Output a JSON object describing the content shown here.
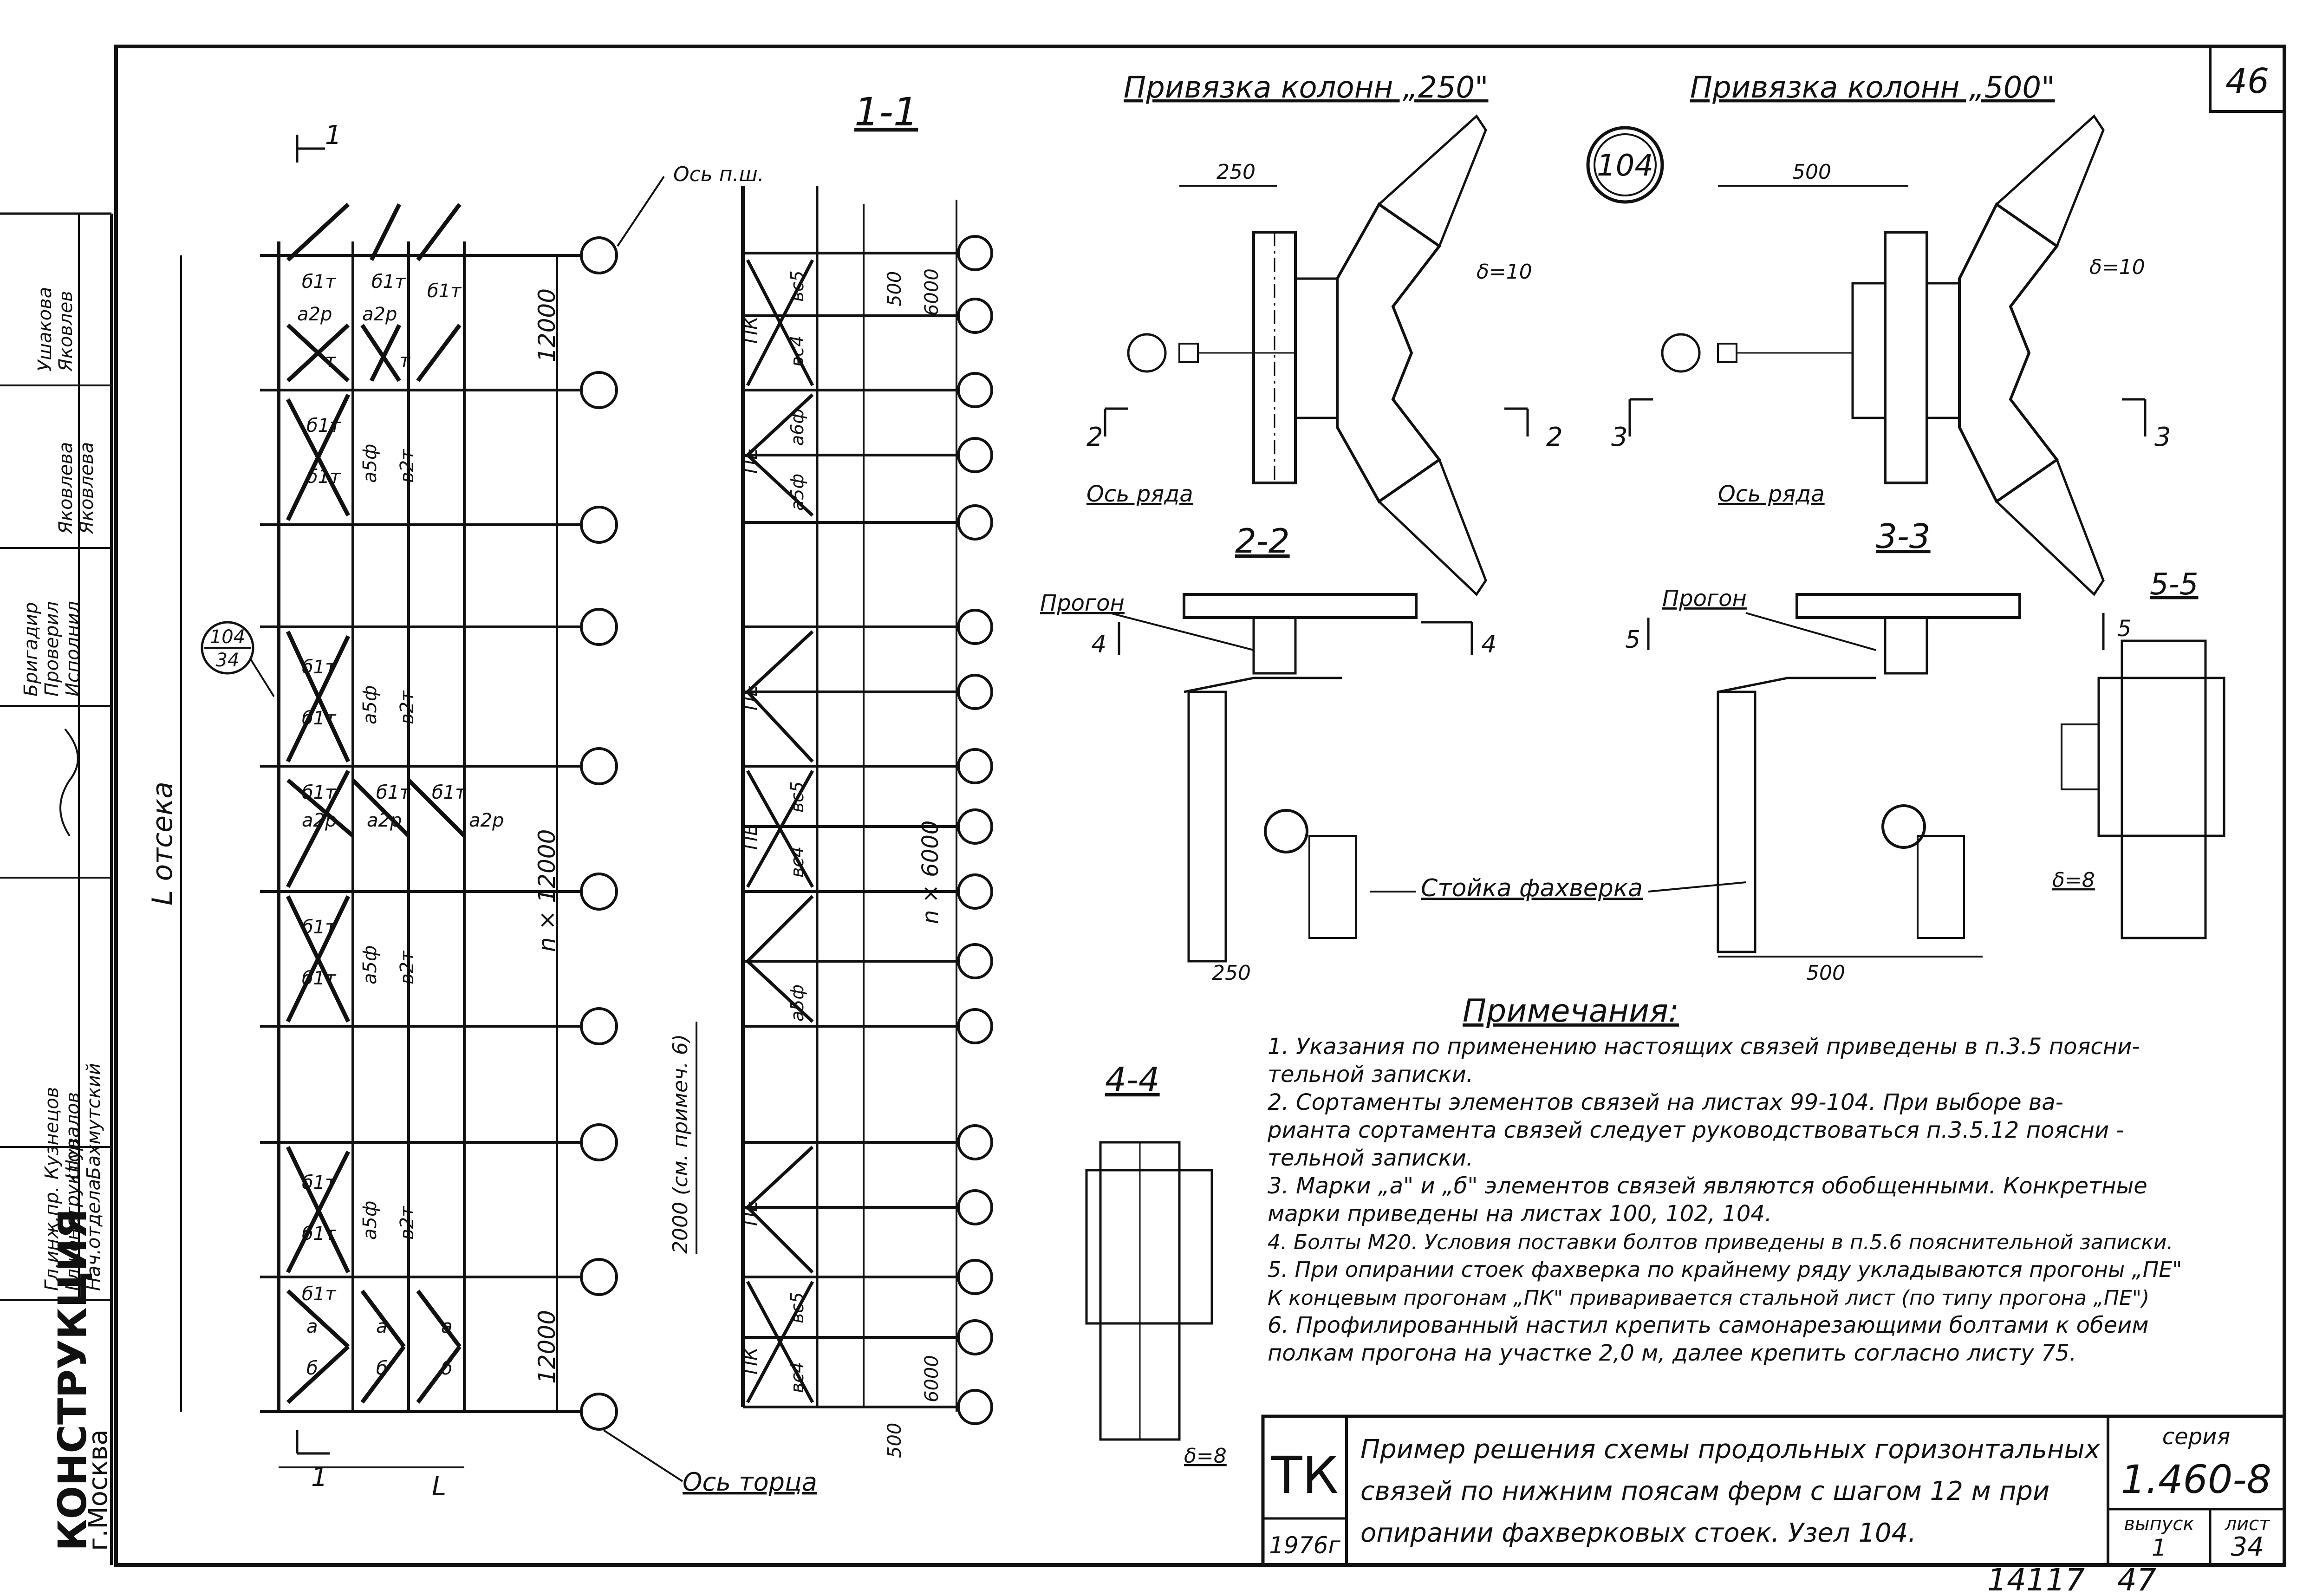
{
  "sheet_number_top": "46",
  "title_block": {
    "org_line1": "КОНСТРУКЦИЯ",
    "org_line2": "г.Москва",
    "code": "ТК",
    "year": "1976г",
    "title_line1": "Пример решения схемы продольных горизонтальных",
    "title_line2": "связей по нижним поясам ферм с шагом 12 м при",
    "title_line3": "опирании фахверковых стоек. Узел 104.",
    "series_label": "серия",
    "series_value": "1.460-8",
    "issue_label": "выпуск",
    "issue_value": "1",
    "sheet_label": "лист",
    "sheet_value": "34",
    "bottom_number": "14117",
    "bottom_page": "47"
  },
  "side_stamp": [
    {
      "role": "Нач.отдела",
      "name": "Бахмутский"
    },
    {
      "role": "Гл.конструктор",
      "name": "Шувалов"
    },
    {
      "role": "Гл.инж.пр.",
      "name": "Кузнецов"
    },
    {
      "role": "Бригадир",
      "name": "Яковлева"
    },
    {
      "role": "Проверил",
      "name": "Яковлева"
    },
    {
      "role": "Исполнил",
      "name": "Ушакова"
    },
    {
      "role": "",
      "name": "Яковлев"
    }
  ],
  "plan": {
    "section_title": "1-1",
    "cut_mark": "1",
    "axis_label": "Ось п.ш.",
    "end_axis_label": "Ось торца",
    "bay_label": "L отсека",
    "span_label": "L",
    "dim_top": "12000",
    "dim_mid": "n × 12000",
    "dim_bottom": "12000",
    "node_ref_top": "104",
    "node_ref_bottom": "34",
    "brace_labels": [
      "б1т",
      "а2р",
      "а5ф",
      "в2т",
      "т",
      "а",
      "б"
    ]
  },
  "elevation": {
    "dim_top": "6000",
    "dim_top2": "500",
    "dim_mid": "n × 6000",
    "dim_bottom": "6000",
    "dim_bottom2": "500",
    "note_dim": "2000 (см. примеч. 6)",
    "marks": [
      "ПК",
      "ПЕ",
      "ПЕ",
      "ПЕ",
      "ПЕ",
      "ПК"
    ],
    "brace_labels": [
      "вс5",
      "вс4",
      "а5ф",
      "а6ф"
    ]
  },
  "detail_250": {
    "title": "Привязка колонн „250\"",
    "dim": "250",
    "plate": "δ=10",
    "axis_label": "Ось ряда",
    "section_mark": "2",
    "section_title": "2-2",
    "purlin": "Прогон",
    "cut4": "4",
    "bottom_dim": "250",
    "stud_label": "Стойка фахверка"
  },
  "detail_500": {
    "title": "Привязка колонн „500\"",
    "dim": "500",
    "plate": "δ=10",
    "axis_label": "Ось ряда",
    "section_mark": "3",
    "section_title": "3-3",
    "purlin": "Прогон",
    "cut5": "5",
    "bottom_dim": "500"
  },
  "node_number": "104",
  "section_4_4": {
    "title": "4-4",
    "plate": "δ=8"
  },
  "section_5_5": {
    "title": "5-5",
    "plate": "δ=8",
    "mark": "5"
  },
  "notes": {
    "title": "Примечания:",
    "lines": [
      "1.   Указания по применению настоящих связей приведены в п.3.5 поясни-",
      "тельной записки.",
      "2.   Сортаменты элементов связей на листах 99-104. При выборе ва-",
      "рианта сортамента связей следует руководствоваться п.3.5.12 поясни -",
      "тельной записки.",
      "3.   Марки „а\" и „б\" элементов связей являются обобщенными. Конкретные",
      "марки приведены на листах 100, 102, 104.",
      "4.   Болты М20. Условия поставки болтов приведены в п.5.6 пояснительной записки.",
      "5.   При опирании стоек фахверка по крайнему ряду укладываются прогоны „ПЕ\"",
      "К концевым прогонам „ПК\" приваривается стальной лист (по типу прогона „ПЕ\")",
      "6.   Профилированный настил крепить самонарезающими болтами к обеим",
      "полкам прогона на участке 2,0 м, далее крепить согласно листу 75."
    ]
  }
}
